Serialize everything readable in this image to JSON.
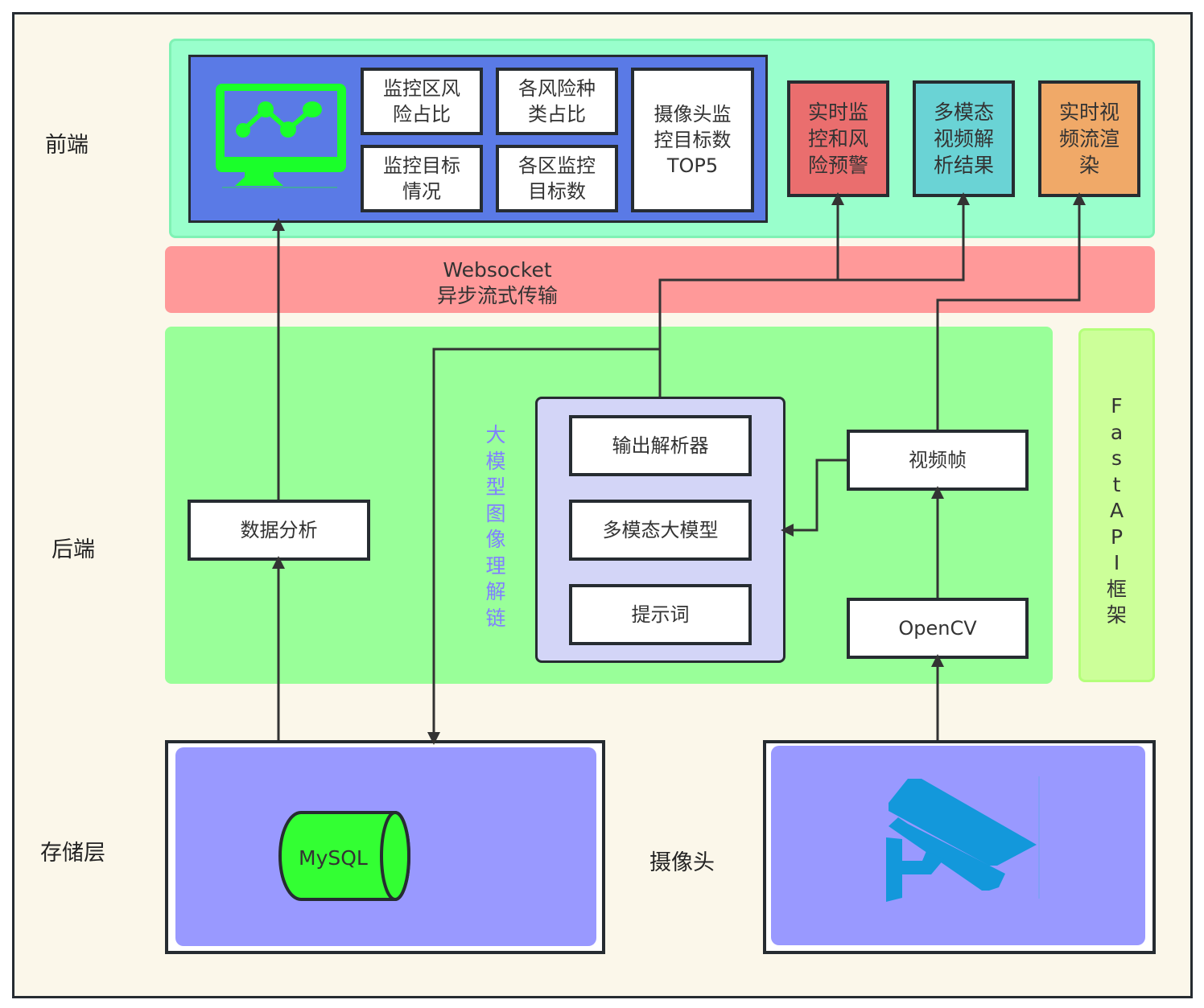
{
  "layers": {
    "frontend": "前端",
    "backend": "后端",
    "storage": "存储层",
    "camera": "摄像头"
  },
  "frontend": {
    "dashboard": {
      "icon": "monitor-chart-icon",
      "cards": [
        "监控区风险占比",
        "各风险种类占比",
        "监控目标情况",
        "各区监控目标数",
        "摄像头监控目标数TOP5"
      ]
    },
    "modules": [
      {
        "label": "实时监控和风险预警",
        "color": "#ea6e6e"
      },
      {
        "label": "多模态视频解析结果",
        "color": "#6ad3d5"
      },
      {
        "label": "实时视频流渲染",
        "color": "#f0a968"
      }
    ]
  },
  "transport": {
    "title": "Websocket",
    "subtitle": "异步流式传输"
  },
  "backend": {
    "data_analysis": "数据分析",
    "llm_chain_label": "大模型图像理解链",
    "llm_chain": [
      "输出解析器",
      "多模态大模型",
      "提示词"
    ],
    "video_frame": "视频帧",
    "opencv": "OpenCV"
  },
  "framework": {
    "label": "FastAPI框架"
  },
  "storage": {
    "database": "MySQL"
  },
  "camera": {
    "icon": "security-camera-icon"
  },
  "colors": {
    "frame_bg": "#fbf7ea",
    "frontend_bg": "#99ffcc",
    "dashboard_bg": "#5a7ae6",
    "transport_bg": "#ff9999",
    "backend_bg": "#99ff99",
    "framework_bg": "#ccff99",
    "llm_chain_bg": "#d3d5f7",
    "storage_bg": "#9999ff",
    "database_fill": "#33ff33",
    "camera_icon": "#1398db",
    "monitor_icon": "#1aff2a"
  }
}
